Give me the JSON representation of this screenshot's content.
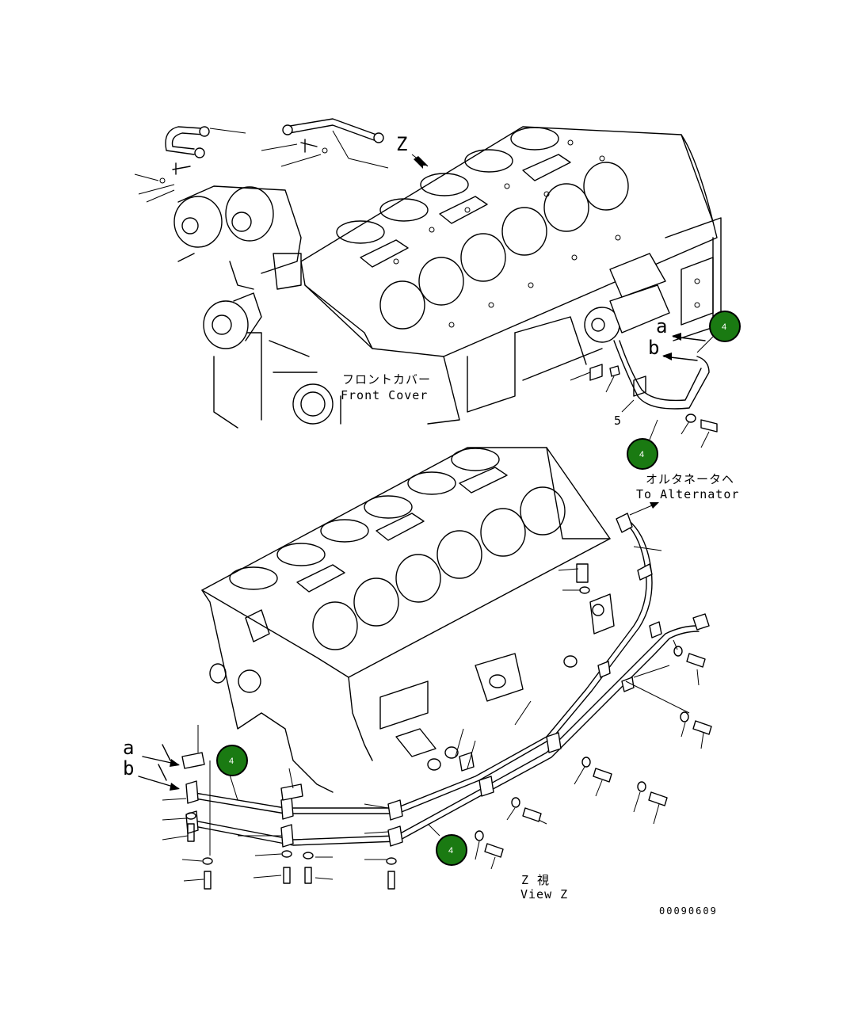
{
  "labels": {
    "front_cover_jp": "フロントカバー",
    "front_cover_en": "Front Cover",
    "to_alternator_jp": "オルタネータヘ",
    "to_alternator_en": "To Alternator",
    "view_z_jp": "Z 視",
    "view_z_en": "View Z",
    "z_marker": "Z",
    "a_top": "a",
    "b_top": "b",
    "a_bottom": "a",
    "b_bottom": "b",
    "part_5": "5",
    "drawing_number": "00090609"
  },
  "callouts": [
    {
      "number": "4"
    },
    {
      "number": "4"
    },
    {
      "number": "4"
    },
    {
      "number": "4"
    }
  ],
  "colors": {
    "callout_fill": "#1a7a12",
    "callout_stroke": "#000000",
    "line": "#000000",
    "background": "#ffffff"
  }
}
